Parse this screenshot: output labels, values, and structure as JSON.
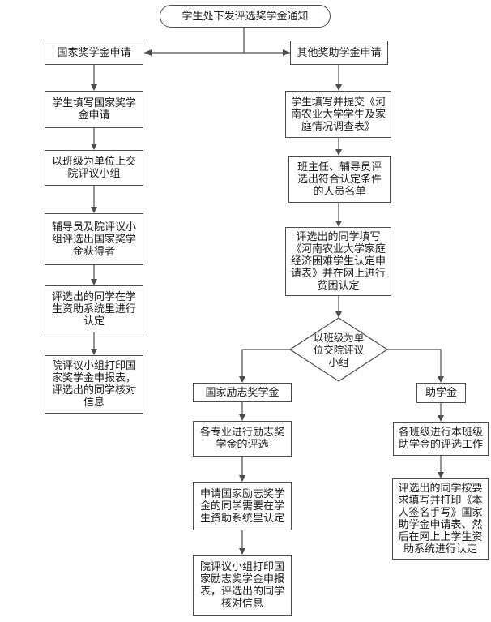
{
  "palette": {
    "line_color": "#4d4d4d",
    "box_border_color": "#4d4d4d",
    "background_color": "#ffffff",
    "text_color": "#1a1a1a"
  },
  "flowchart": {
    "start": "学生处下发评选奖学金通知",
    "national": {
      "steps": [
        "国家奖学金申请",
        "学生填写国家奖学金申请",
        "以班级为单位上交院评议小组",
        "辅导员及院评议小组评选出国家奖学金获得者",
        "评选出的同学在学生资助系统里进行认定",
        "院评议小组打印国家奖学金申报表，评选出的同学核对信息"
      ]
    },
    "other": {
      "steps": [
        "其他奖助学金申请",
        "学生填写并提交《河南农业大学学生及家庭情况调查表》",
        "班主任、辅导员评选出符合认定条件的人员名单",
        "评选出的同学填写《河南农业大学家庭经济困难学生认定申请表》并在网上进行贫困认定"
      ],
      "decision": "以班级为单位交院评议小组"
    },
    "encouragement": {
      "steps": [
        "国家励志奖学金",
        "各专业进行励志奖学金的评选",
        "申请国家励志奖学金的同学需要在学生资助系统里认定",
        "院评议小组打印国家励志奖学金申报表，评选出的同学核对信息"
      ]
    },
    "grant": {
      "steps": [
        "助学金",
        "各班级进行本班级助学金的评选工作",
        "评选出的同学按要求填写并打印《本人签名手写》国家助学金申请表、然后在网上上学生资助系统进行认定"
      ]
    }
  }
}
